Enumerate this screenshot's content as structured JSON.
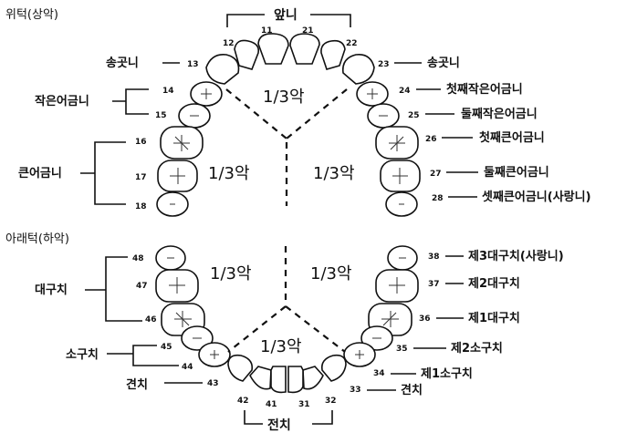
{
  "upper_jaw": {
    "title": "위턱(상악)",
    "front_label": "앞니",
    "third_label": "1/3악",
    "labels": {
      "canine_right": "송곳니",
      "canine_left": "송곳니",
      "small_molar": "작은어금니",
      "large_molar": "큰어금니",
      "first_premolar": "첫째작은어금니",
      "second_premolar": "둘째작은어금니",
      "first_molar": "첫째큰어금니",
      "second_molar": "둘째큰어금니",
      "third_molar": "셋째큰어금니(사랑니)"
    },
    "tooth_numbers": [
      "11",
      "12",
      "13",
      "14",
      "15",
      "16",
      "17",
      "18",
      "21",
      "22",
      "23",
      "24",
      "25",
      "26",
      "27",
      "28"
    ]
  },
  "lower_jaw": {
    "title": "아래턱(하악)",
    "front_label": "전치",
    "third_label": "1/3악",
    "labels": {
      "molar": "대구치",
      "premolar": "소구치",
      "canine_right": "견치",
      "canine_left": "견치",
      "m3": "제3대구치(사랑니)",
      "m2": "제2대구치",
      "m1": "제1대구치",
      "pm2": "제2소구치",
      "pm1": "제1소구치"
    },
    "tooth_numbers": [
      "31",
      "32",
      "33",
      "34",
      "35",
      "36",
      "37",
      "38",
      "41",
      "42",
      "43",
      "44",
      "45",
      "46",
      "47",
      "48"
    ]
  }
}
